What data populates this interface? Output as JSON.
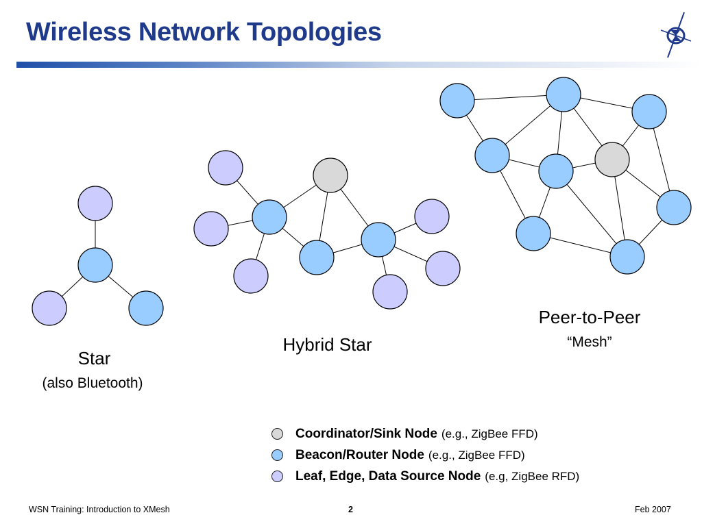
{
  "slide": {
    "title": "Wireless Network Topologies",
    "footer_left": "WSN Training: Introduction to XMesh",
    "page_number": "2",
    "footer_right": "Feb 2007"
  },
  "colors": {
    "coordinator": "#d9d9d9",
    "router": "#99ccff",
    "leaf": "#ccccff",
    "title": "#1f3a8a",
    "title_bar": "#1f4fa8"
  },
  "icons": {
    "logo": "compass-logo-icon"
  },
  "topologies": {
    "star": {
      "label": "Star",
      "sublabel": "(also Bluetooth)"
    },
    "hybrid": {
      "label": "Hybrid Star"
    },
    "mesh": {
      "label": "Peer-to-Peer",
      "sublabel": "“Mesh”"
    }
  },
  "legend": [
    {
      "type": "coordinator",
      "label": "Coordinator/Sink Node",
      "detail": "(e.g., ZigBee FFD)"
    },
    {
      "type": "router",
      "label": "Beacon/Router Node",
      "detail": "(e.g., ZigBee FFD)"
    },
    {
      "type": "leaf",
      "label": "Leaf, Edge, Data Source Node",
      "detail": "(e.g, ZigBee RFD)"
    }
  ],
  "graphs": {
    "star": {
      "nodes": [
        {
          "id": "s-top",
          "type": "leaf"
        },
        {
          "id": "s-center",
          "type": "router"
        },
        {
          "id": "s-left",
          "type": "leaf"
        },
        {
          "id": "s-right",
          "type": "router"
        }
      ],
      "edges": [
        [
          "s-top",
          "s-center"
        ],
        [
          "s-center",
          "s-left"
        ],
        [
          "s-center",
          "s-right"
        ]
      ]
    },
    "hybrid": {
      "nodes": [
        {
          "id": "h-leaf-top",
          "type": "leaf"
        },
        {
          "id": "h-leaf-mid",
          "type": "leaf"
        },
        {
          "id": "h-leaf-bottom-left",
          "type": "leaf"
        },
        {
          "id": "h-router-left",
          "type": "router"
        },
        {
          "id": "h-coordinator",
          "type": "coordinator"
        },
        {
          "id": "h-router-mid",
          "type": "router"
        },
        {
          "id": "h-router-right",
          "type": "router"
        },
        {
          "id": "h-leaf-right-top",
          "type": "leaf"
        },
        {
          "id": "h-leaf-right",
          "type": "leaf"
        },
        {
          "id": "h-leaf-bottom-right",
          "type": "leaf"
        }
      ],
      "edges": [
        [
          "h-leaf-top",
          "h-router-left"
        ],
        [
          "h-leaf-mid",
          "h-router-left"
        ],
        [
          "h-leaf-bottom-left",
          "h-router-left"
        ],
        [
          "h-router-left",
          "h-coordinator"
        ],
        [
          "h-router-left",
          "h-router-mid"
        ],
        [
          "h-coordinator",
          "h-router-mid"
        ],
        [
          "h-coordinator",
          "h-router-right"
        ],
        [
          "h-router-mid",
          "h-router-right"
        ],
        [
          "h-router-right",
          "h-leaf-right-top"
        ],
        [
          "h-router-right",
          "h-leaf-right"
        ],
        [
          "h-router-right",
          "h-leaf-bottom-right"
        ]
      ]
    },
    "mesh": {
      "nodes": [
        {
          "id": "m-a",
          "type": "router"
        },
        {
          "id": "m-b",
          "type": "router"
        },
        {
          "id": "m-c",
          "type": "router"
        },
        {
          "id": "m-d",
          "type": "router"
        },
        {
          "id": "m-e",
          "type": "router"
        },
        {
          "id": "m-f",
          "type": "coordinator"
        },
        {
          "id": "m-g",
          "type": "router"
        },
        {
          "id": "m-h",
          "type": "router"
        },
        {
          "id": "m-i",
          "type": "router"
        }
      ],
      "edges": [
        [
          "m-a",
          "m-b"
        ],
        [
          "m-a",
          "m-d"
        ],
        [
          "m-b",
          "m-c"
        ],
        [
          "m-b",
          "m-d"
        ],
        [
          "m-b",
          "m-e"
        ],
        [
          "m-b",
          "m-f"
        ],
        [
          "m-c",
          "m-f"
        ],
        [
          "m-c",
          "m-g"
        ],
        [
          "m-d",
          "m-e"
        ],
        [
          "m-d",
          "m-h"
        ],
        [
          "m-e",
          "m-f"
        ],
        [
          "m-e",
          "m-h"
        ],
        [
          "m-e",
          "m-i"
        ],
        [
          "m-f",
          "m-g"
        ],
        [
          "m-f",
          "m-i"
        ],
        [
          "m-g",
          "m-i"
        ],
        [
          "m-h",
          "m-i"
        ]
      ]
    }
  }
}
